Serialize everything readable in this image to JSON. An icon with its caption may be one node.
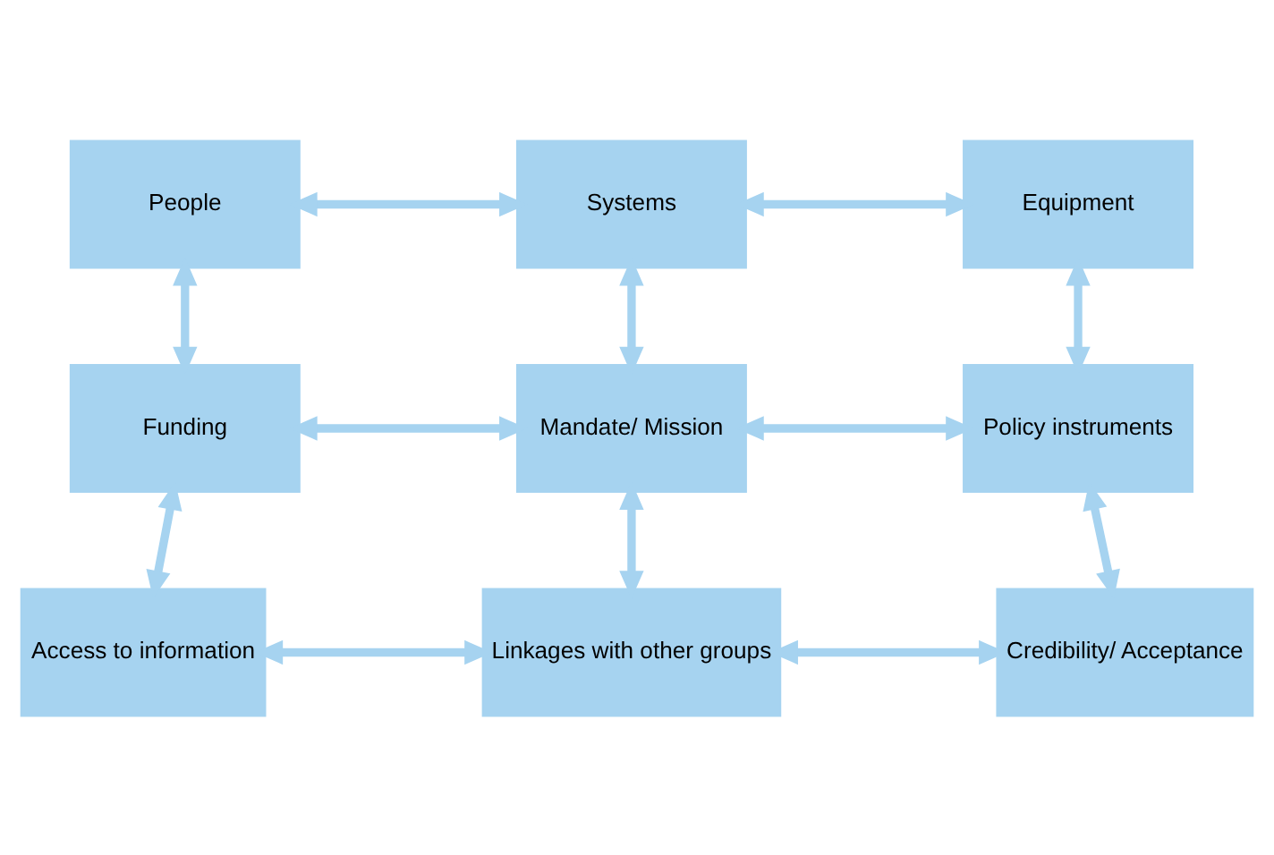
{
  "diagram": {
    "nodes": [
      {
        "text": [
          "People"
        ]
      },
      {
        "text": [
          "Systems"
        ]
      },
      {
        "text": [
          "Equipment"
        ]
      },
      {
        "text": [
          "Funding"
        ]
      },
      {
        "text": [
          "Mandate/ Mission"
        ]
      },
      {
        "text": [
          "Policy instruments"
        ]
      },
      {
        "text": [
          "Access to information"
        ]
      },
      {
        "text": [
          "Linkages with other groups"
        ]
      },
      {
        "text": [
          "Credibility/ Acceptance"
        ]
      }
    ],
    "edges": [
      {
        "from": 0,
        "to": 1,
        "arrow": "both"
      },
      {
        "from": 1,
        "to": 2,
        "arrow": "both"
      },
      {
        "from": 0,
        "to": 3,
        "arrow": "both"
      },
      {
        "from": 1,
        "to": 4,
        "arrow": "both"
      },
      {
        "from": 2,
        "to": 5,
        "arrow": "both"
      },
      {
        "from": 3,
        "to": 4,
        "arrow": "both"
      },
      {
        "from": 4,
        "to": 5,
        "arrow": "both"
      },
      {
        "from": 3,
        "to": 6,
        "arrow": "both"
      },
      {
        "from": 4,
        "to": 7,
        "arrow": "both"
      },
      {
        "from": 5,
        "to": 8,
        "arrow": "both"
      },
      {
        "from": 6,
        "to": 7,
        "arrow": "both"
      },
      {
        "from": 7,
        "to": 8,
        "arrow": "both"
      }
    ]
  }
}
